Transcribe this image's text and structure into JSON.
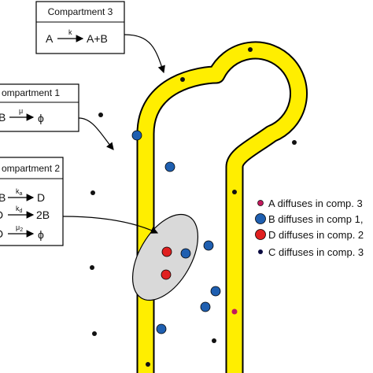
{
  "compartment3": {
    "title": "Compartment 3",
    "reactant": "A",
    "rate": "k",
    "product": "A+B"
  },
  "compartment1": {
    "title": "ompartment 1",
    "reactant": "B",
    "rate": "μ",
    "product": "ϕ"
  },
  "compartment2": {
    "title": "ompartment 2",
    "r1_reactant": "B",
    "r1_rate": "k",
    "r1_rate_sub": "a",
    "r1_product": "D",
    "r2_reactant": "D",
    "r2_rate": "k",
    "r2_rate_sub": "d",
    "r2_product": "2B",
    "r3_reactant": "D",
    "r3_rate": "μ",
    "r3_rate_sub": "2",
    "r3_product": "ϕ"
  },
  "legend": [
    {
      "label": "A diffuses in comp. 3",
      "color": "#c2185b",
      "size": "small"
    },
    {
      "label": "B diffuses in comp 1,",
      "color": "#1f5fb0",
      "size": "large"
    },
    {
      "label": "D diffuses in comp. 2",
      "color": "#e02020",
      "size": "large"
    },
    {
      "label": "C diffuses in comp. 3",
      "color": "#0a0a40",
      "size": "small"
    }
  ],
  "colors": {
    "membrane": "#ffee00",
    "outline": "#000000",
    "compartment2_fill": "#d9d9d9",
    "molecule_B": "#1f5fb0",
    "molecule_D": "#e02020",
    "molecule_A": "#c2185b",
    "molecule_C": "#111111"
  }
}
